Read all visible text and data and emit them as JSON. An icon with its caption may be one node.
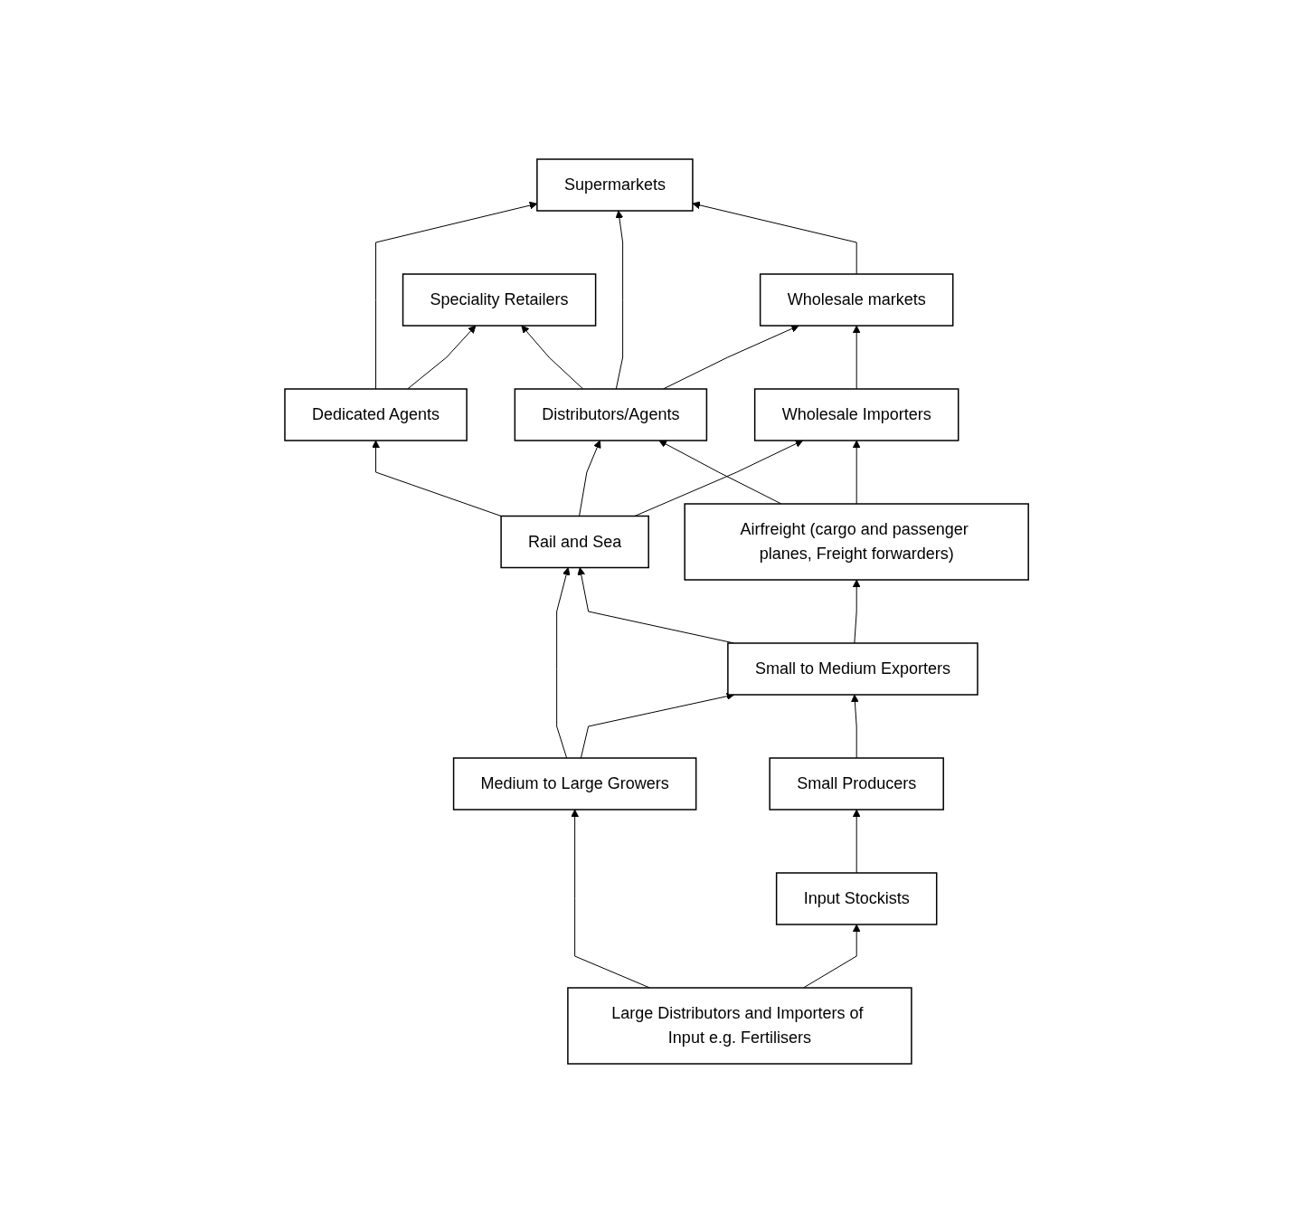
{
  "diagram": {
    "nodes": [
      {
        "text": [
          "Wholesale markets"
        ]
      },
      {
        "text": [
          "Supermarkets"
        ]
      },
      {
        "text": [
          "Speciality Retailers"
        ]
      },
      {
        "text": [
          "Wholesale Importers"
        ]
      },
      {
        "text": [
          "Distributors/Agents"
        ]
      },
      {
        "text": [
          "Dedicated Agents"
        ]
      },
      {
        "text": [
          "Airfreight (cargo and passenger planes, Freight forwarders)"
        ]
      },
      {
        "text": [
          "Rail and Sea"
        ]
      },
      {
        "text": [
          "Small to Medium Exporters"
        ]
      },
      {
        "text": [
          "Small Producers"
        ]
      },
      {
        "text": [
          "Medium to Large Growers"
        ]
      },
      {
        "text": [
          "Input Stockists"
        ]
      },
      {
        "text": [
          "Large Distributors and Importers of Input e.g. Fertilisers"
        ]
      }
    ],
    "edges": [
      {
        "from": 0,
        "to": 1,
        "arrow": "to"
      },
      {
        "from": 3,
        "to": 0,
        "arrow": "to"
      },
      {
        "from": 4,
        "to": 0,
        "arrow": "to"
      },
      {
        "from": 4,
        "to": 1,
        "arrow": "to"
      },
      {
        "from": 4,
        "to": 2,
        "arrow": "to"
      },
      {
        "from": 5,
        "to": 1,
        "arrow": "to"
      },
      {
        "from": 5,
        "to": 2,
        "arrow": "to"
      },
      {
        "from": 6,
        "to": 3,
        "arrow": "to"
      },
      {
        "from": 6,
        "to": 4,
        "arrow": "to"
      },
      {
        "from": 7,
        "to": 3,
        "arrow": "to"
      },
      {
        "from": 7,
        "to": 4,
        "arrow": "to"
      },
      {
        "from": 7,
        "to": 5,
        "arrow": "to"
      },
      {
        "from": 8,
        "to": 6,
        "arrow": "to"
      },
      {
        "from": 8,
        "to": 7,
        "arrow": "to"
      },
      {
        "from": 10,
        "to": 7,
        "arrow": "to"
      },
      {
        "from": 9,
        "to": 8,
        "arrow": "to"
      },
      {
        "from": 10,
        "to": 8,
        "arrow": "to"
      },
      {
        "from": 11,
        "to": 9,
        "arrow": "to"
      },
      {
        "from": 12,
        "to": 10,
        "arrow": "to"
      },
      {
        "from": 12,
        "to": 11,
        "arrow": "to"
      }
    ]
  }
}
